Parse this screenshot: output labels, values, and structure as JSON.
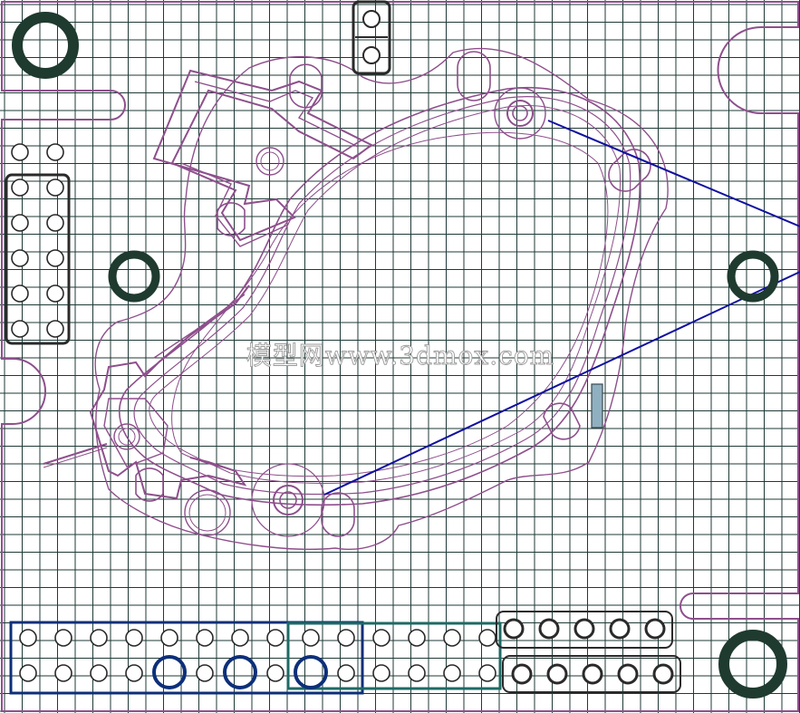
{
  "watermark": {
    "text": "模型网www.3dmox.com"
  },
  "colors": {
    "grid": "#1f3a37",
    "outline": "#8e4f8c",
    "mounting_hole": "#1f3a2f",
    "pad": "#2a2a2a",
    "blue_trace": "#1010a0",
    "blue_frame": "#0d2f7a",
    "teal_frame": "#1d6a64",
    "marker_fill": "#8fb0c0"
  },
  "icons": {
    "mounting_hole": "thick-ring",
    "pad": "circle-outline",
    "header": "rounded-rect-outline"
  }
}
